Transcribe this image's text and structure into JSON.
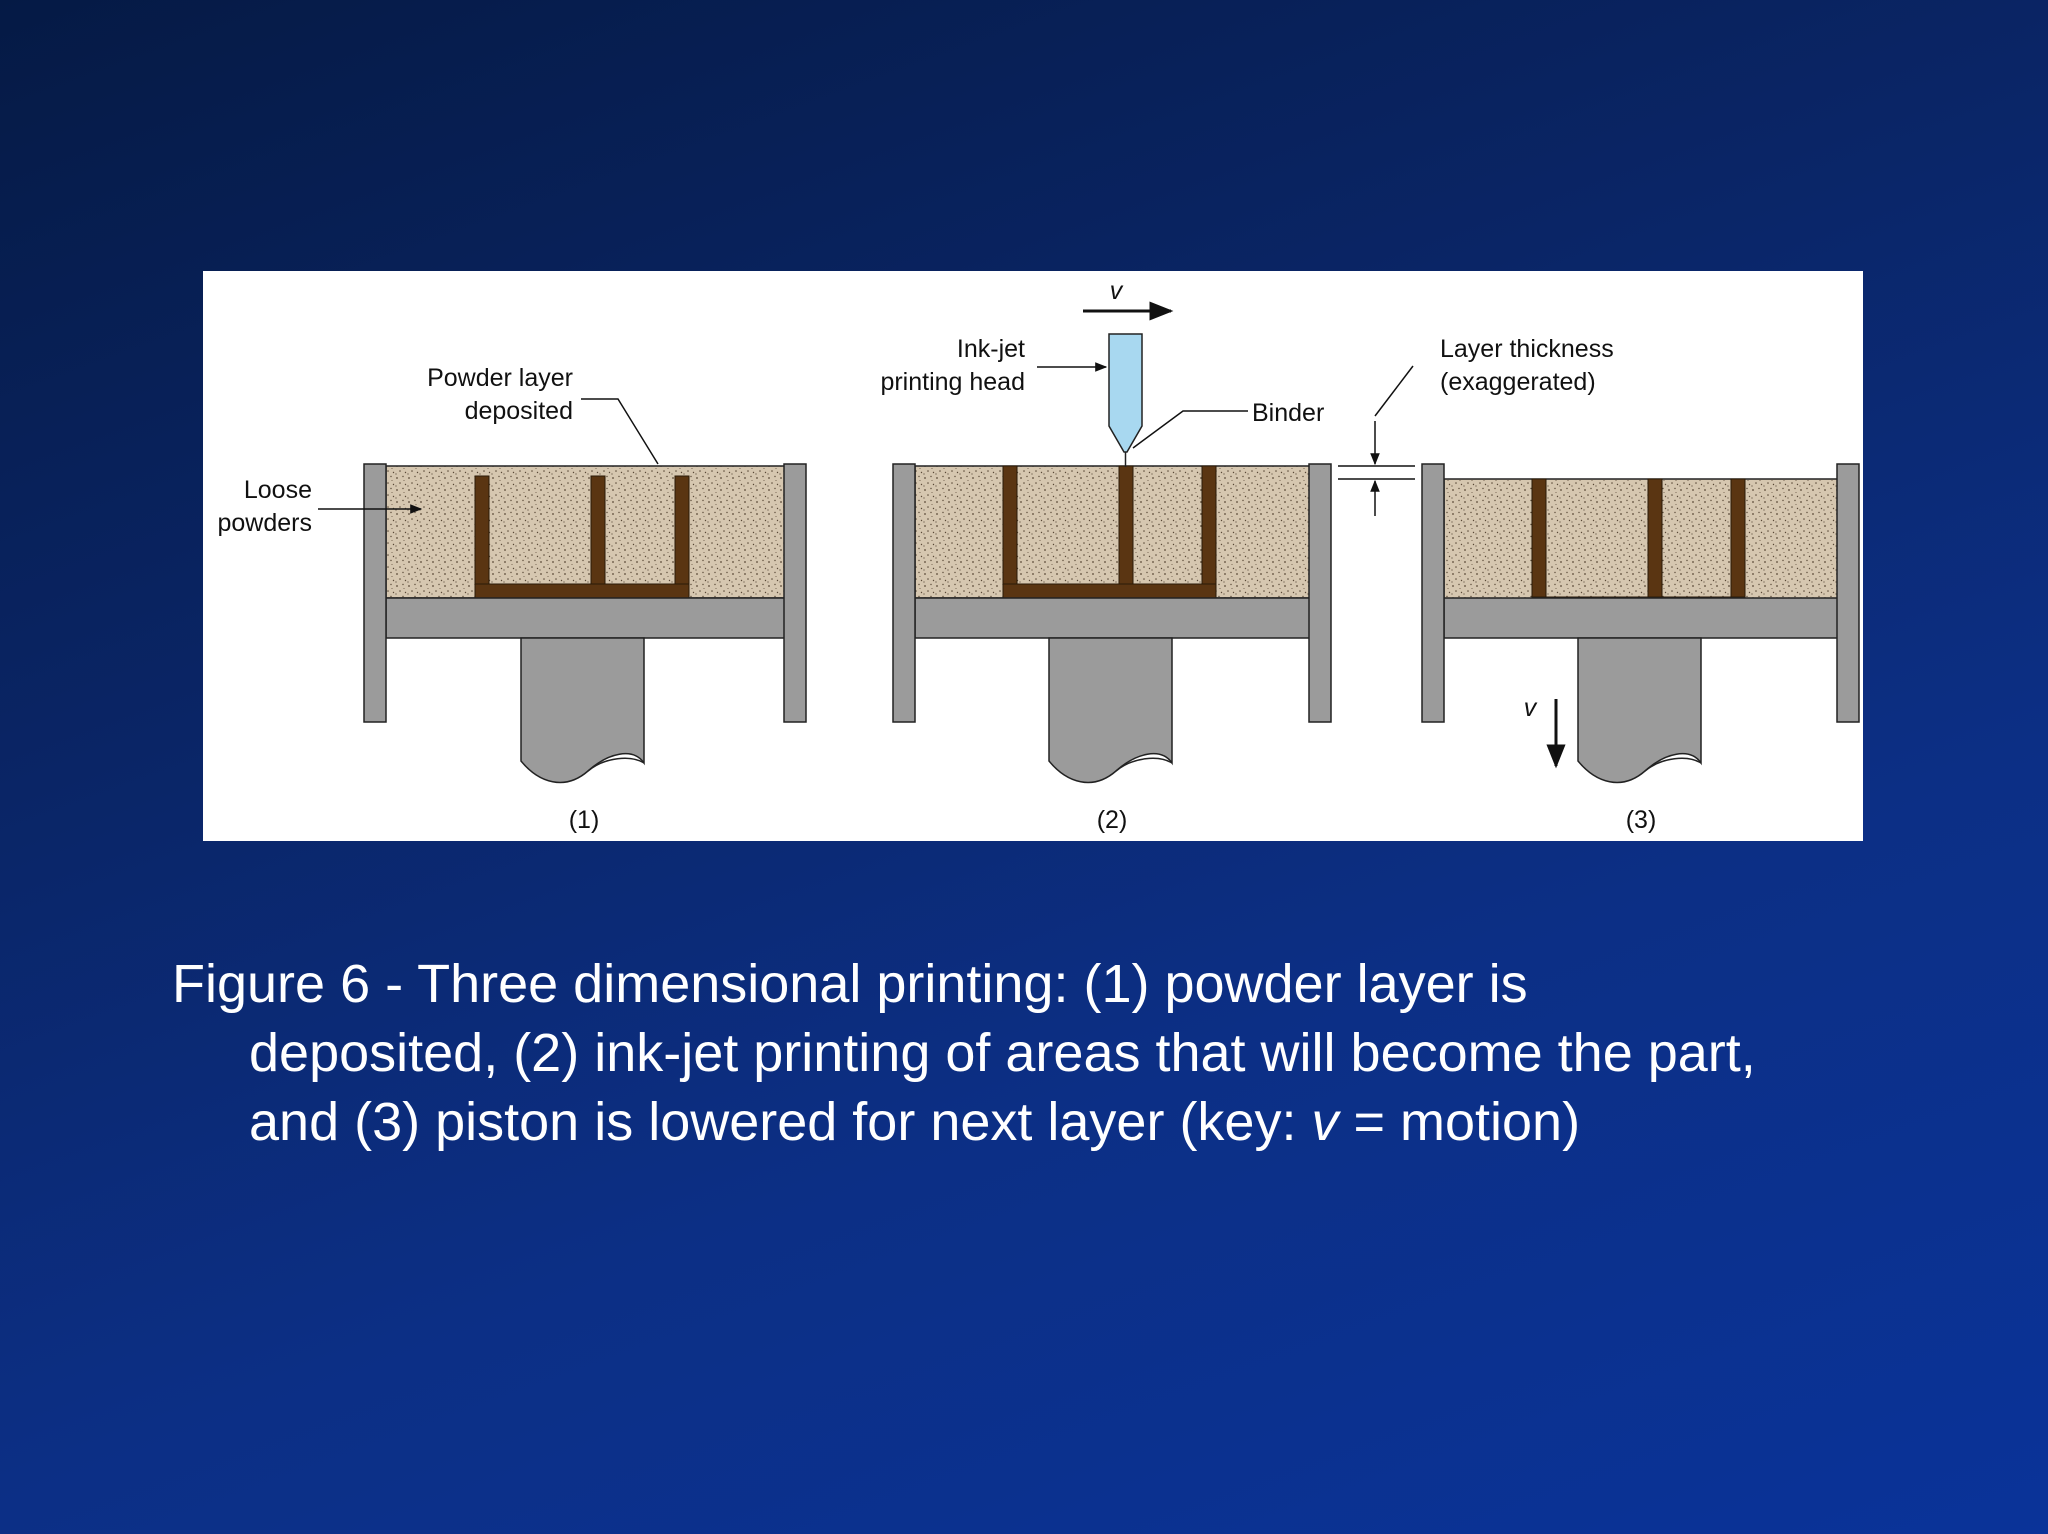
{
  "figure": {
    "labels": {
      "powder_layer": [
        "Powder layer",
        "deposited"
      ],
      "loose_powders": [
        "Loose",
        "powders"
      ],
      "inkjet_head": [
        "Ink-jet",
        "printing head"
      ],
      "binder": "Binder",
      "layer_thickness": [
        "Layer thickness",
        "(exaggerated)"
      ],
      "velocity_top": "v",
      "velocity_down": "v"
    },
    "step_numbers": [
      "(1)",
      "(2)",
      "(3)"
    ],
    "colors": {
      "powder": "#d6c7b0",
      "part_walls": "#5a3512",
      "machine_gray": "#9b9b9b",
      "print_head": "#a8d8f0",
      "outline": "#222222"
    }
  },
  "caption": {
    "line1": "Figure 6 - Three dimensional printing: (1) powder layer is",
    "line2": "deposited, (2) ink-jet printing of areas that will become the part,",
    "line3_start": "and (3) piston is lowered for next layer (key: ",
    "line3_var": "v",
    "line3_end": " = motion)"
  }
}
